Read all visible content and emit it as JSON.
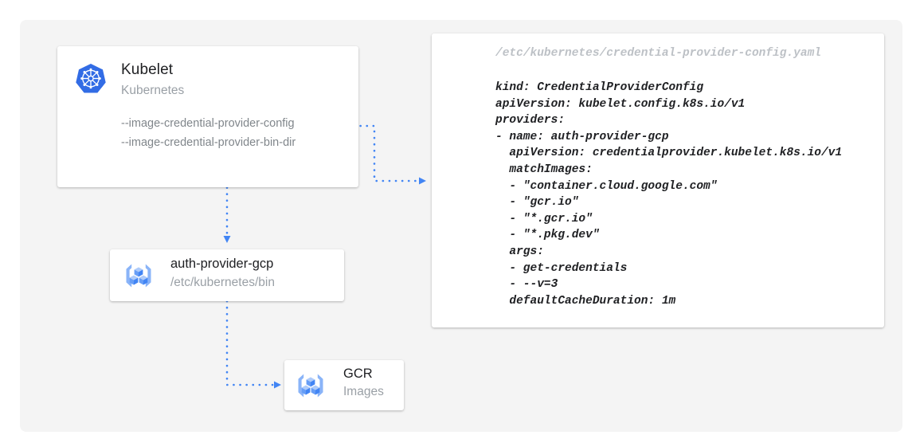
{
  "theme": {
    "page_background": "#ffffff",
    "canvas_background": "#f4f4f4",
    "accent_blue": "#4285f4",
    "k8s_blue": "#326ce5",
    "text_primary": "#202124",
    "text_secondary": "#9aa0a6",
    "text_flag": "#80868b",
    "code_muted": "#bdc1c6",
    "card_white": "#ffffff"
  },
  "kubelet_card": {
    "icon": "kubernetes-logo-icon",
    "title": "Kubelet",
    "subtitle": "Kubernetes",
    "flags": [
      "--image-credential-provider-config",
      "--image-credential-provider-bin-dir"
    ]
  },
  "auth_provider_card": {
    "icon": "gcp-container-registry-icon",
    "title": "auth-provider-gcp",
    "subtitle": "/etc/kubernetes/bin"
  },
  "gcr_card": {
    "icon": "gcp-container-registry-icon",
    "title": "GCR",
    "subtitle": "Images"
  },
  "yaml_card": {
    "path": "/etc/kubernetes/credential-provider-config.yaml",
    "code": "kind: CredentialProviderConfig\napiVersion: kubelet.config.k8s.io/v1\nproviders:\n- name: auth-provider-gcp\n  apiVersion: credentialprovider.kubelet.k8s.io/v1\n  matchImages:\n  - \"container.cloud.google.com\"\n  - \"gcr.io\"\n  - \"*.gcr.io\"\n  - \"*.pkg.dev\"\n  args:\n  - get-credentials\n  - --v=3\n  defaultCacheDuration: 1m"
  },
  "connectors": [
    {
      "name": "kubelet-config-flag-to-yaml",
      "from": "kubelet-card-flag-config",
      "to": "yaml-card",
      "style": "dotted-arrow"
    },
    {
      "name": "kubelet-to-auth-provider",
      "from": "kubelet-card",
      "to": "auth-provider-card",
      "style": "dotted-arrow"
    },
    {
      "name": "auth-provider-to-gcr",
      "from": "auth-provider-card",
      "to": "gcr-card",
      "style": "dotted-arrow"
    }
  ]
}
